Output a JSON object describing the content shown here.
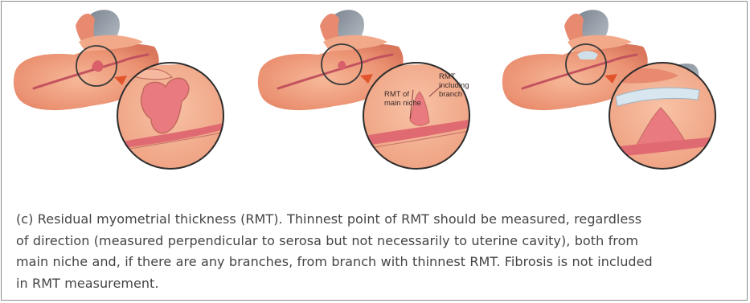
{
  "panels": [
    {
      "id": "panel-1",
      "labels": []
    },
    {
      "id": "panel-2",
      "labels": [
        {
          "lines": [
            "RMT of",
            "main niche"
          ]
        },
        {
          "lines": [
            "RMT",
            "including",
            "branch"
          ]
        }
      ]
    },
    {
      "id": "panel-3",
      "labels": []
    }
  ],
  "caption": {
    "lines": [
      "(c) Residual myometrial thickness (RMT). Thinnest point of RMT should be measured, regardless",
      "of direction (measured perpendicular to serosa but not necessarily to uterine cavity), both from",
      "main niche and, if there are any branches, from branch with thinnest RMT. Fibrosis is not included",
      "in RMT measurement."
    ]
  },
  "colors": {
    "uterus": "#f0a07e",
    "uterus_dark": "#d9826a",
    "cavity": "#d95f6a",
    "bladder": "#9aa3ad",
    "arrow": "#e2542c",
    "fibrosis": "#cfe0ea"
  }
}
